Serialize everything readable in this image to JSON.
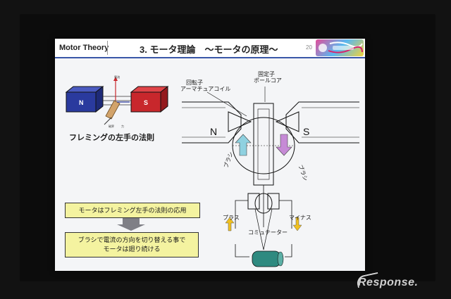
{
  "header": {
    "app_label": "Motor Theory",
    "title": "3. モータ理論　～モータの原理～",
    "page_number": "20"
  },
  "left_panel": {
    "fleming_label": "フレミングの左手の法則",
    "hand_small_labels": [
      "電流",
      "磁界",
      "力"
    ]
  },
  "diagram": {
    "rotor_label_line1": "回転子",
    "rotor_label_line2": "アーマチュアコイル",
    "stator_label_line1": "固定子",
    "stator_label_line2": "ポールコア",
    "pole_north": "N",
    "pole_south": "S",
    "brush_left": "ブラシ",
    "brush_right": "ブラシ",
    "plus_label": "プラス",
    "minus_label": "マイナス",
    "commutator_label": "コミュテーター"
  },
  "boxes": {
    "top_text": "モータはフレミング左手の法則の応用",
    "bottom_line1": "ブラシで電流の方向を切り替える事で",
    "bottom_line2": "モータは廻り続ける"
  },
  "watermark": "Response."
}
